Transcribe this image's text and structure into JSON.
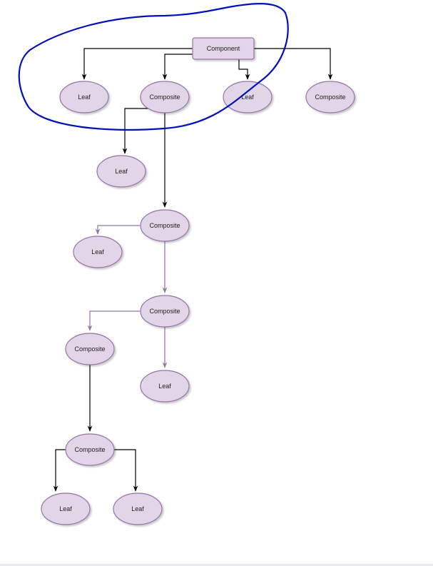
{
  "diagram": {
    "palette": {
      "node_fill": "#e1d5e7",
      "node_stroke": "#9673a6",
      "edge_dark": "#000000",
      "edge_light": "#9673a6",
      "highlight": "#0011bb"
    },
    "nodes": [
      {
        "id": "component",
        "label": "Component",
        "shape": "rect"
      },
      {
        "id": "leaf-1",
        "label": "Leaf",
        "shape": "ellipse"
      },
      {
        "id": "composite-1",
        "label": "Composite",
        "shape": "ellipse"
      },
      {
        "id": "leaf-2",
        "label": "Leaf",
        "shape": "ellipse"
      },
      {
        "id": "composite-2",
        "label": "Composite",
        "shape": "ellipse"
      },
      {
        "id": "leaf-3",
        "label": "Leaf",
        "shape": "ellipse"
      },
      {
        "id": "composite-3",
        "label": "Composite",
        "shape": "ellipse"
      },
      {
        "id": "leaf-4",
        "label": "Leaf",
        "shape": "ellipse"
      },
      {
        "id": "composite-4",
        "label": "Composite",
        "shape": "ellipse"
      },
      {
        "id": "composite-5",
        "label": "Composite",
        "shape": "ellipse"
      },
      {
        "id": "leaf-5",
        "label": "Leaf",
        "shape": "ellipse"
      },
      {
        "id": "composite-6",
        "label": "Composite",
        "shape": "ellipse"
      },
      {
        "id": "leaf-6",
        "label": "Leaf",
        "shape": "ellipse"
      },
      {
        "id": "leaf-7",
        "label": "Leaf",
        "shape": "ellipse"
      }
    ],
    "edges": [
      {
        "from": "component",
        "to": "leaf-1",
        "style": "dark"
      },
      {
        "from": "component",
        "to": "composite-1",
        "style": "dark"
      },
      {
        "from": "component",
        "to": "leaf-2",
        "style": "dark"
      },
      {
        "from": "component",
        "to": "composite-2",
        "style": "dark"
      },
      {
        "from": "composite-1",
        "to": "leaf-3",
        "style": "dark"
      },
      {
        "from": "composite-1",
        "to": "composite-3",
        "style": "dark"
      },
      {
        "from": "composite-3",
        "to": "leaf-4",
        "style": "light"
      },
      {
        "from": "composite-3",
        "to": "composite-4",
        "style": "light"
      },
      {
        "from": "composite-4",
        "to": "composite-5",
        "style": "light"
      },
      {
        "from": "composite-4",
        "to": "leaf-5",
        "style": "light"
      },
      {
        "from": "composite-5",
        "to": "composite-6",
        "style": "dark"
      },
      {
        "from": "composite-6",
        "to": "leaf-6",
        "style": "dark"
      },
      {
        "from": "composite-6",
        "to": "leaf-7",
        "style": "dark"
      }
    ]
  }
}
